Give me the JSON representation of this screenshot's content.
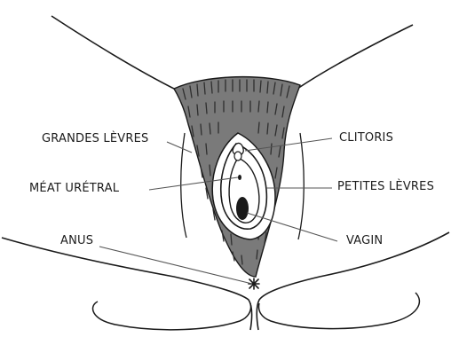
{
  "labels": {
    "grandes_levres": "GRANDES LÈVRES",
    "clitoris": "CLITORIS",
    "meat_uretral": "MÉAT URÉTRAL",
    "petites_levres": "PETITES LÈVRES",
    "vagin": "VAGIN",
    "anus": "ANUS"
  },
  "colors": {
    "hair": "#7a7a7a",
    "hair_dark": "#3a3a3a",
    "line": "#1a1a1a"
  }
}
